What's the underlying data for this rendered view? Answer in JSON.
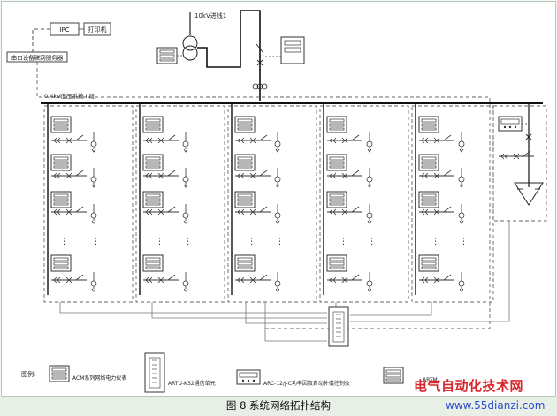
{
  "diagram": {
    "ipc_label": "IPC",
    "printer_label": "打印机",
    "server_label": "串口设备联网服务器",
    "incoming_line_label": "10kV进线1",
    "bus_label": "0.4kV低压系统 I 段",
    "legend_title": "图例:",
    "legend_items": [
      "ACM系列网络电力仪表",
      "ARTU-K32通信单元",
      "ARC-12/J-C功率因数自动补偿控制仪",
      "ARTM"
    ]
  },
  "caption": "图 8  系统网络拓扑结构",
  "watermark": {
    "cn": "电气自动化技术网",
    "url": "www.55dianzi.com"
  },
  "colors": {
    "line": "#333333",
    "caption_bar": "#e7efe7",
    "watermark_cn": "#d7262b",
    "watermark_url": "#2a4bd0"
  }
}
